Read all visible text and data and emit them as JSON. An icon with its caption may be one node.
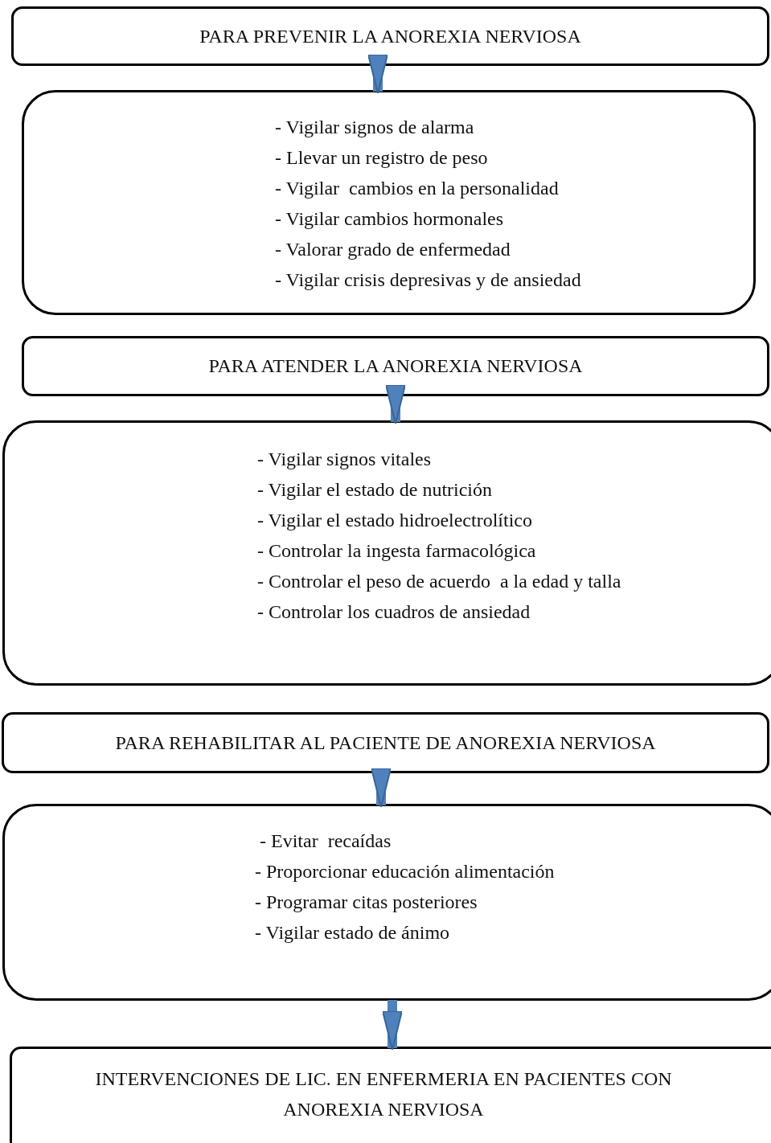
{
  "diagram": {
    "nodes": [
      {
        "text": [
          "PARA PREVENIR LA ANOREXIA NERVIOSA"
        ]
      },
      {
        "text": [
          "- Vigilar signos de alarma",
          "- Llevar un registro de peso",
          "- Vigilar  cambios en la personalidad",
          "- Vigilar cambios hormonales",
          "- Valorar grado de enfermedad",
          "- Vigilar crisis depresivas y de ansiedad"
        ]
      },
      {
        "text": [
          "PARA ATENDER LA ANOREXIA NERVIOSA"
        ]
      },
      {
        "text": [
          "- Vigilar signos vitales",
          "- Vigilar el estado de nutrición",
          "- Vigilar el estado hidroelectrolítico",
          "- Controlar la ingesta farmacológica",
          "- Controlar el peso de acuerdo  a la edad y talla",
          "- Controlar los cuadros de ansiedad"
        ]
      },
      {
        "text": [
          "PARA REHABILITAR AL PACIENTE DE ANOREXIA NERVIOSA"
        ]
      },
      {
        "text": [
          "- Evitar  recaídas",
          "- Proporcionar educación alimentación",
          "- Programar citas posteriores",
          "- Vigilar estado de ánimo"
        ]
      },
      {
        "text": [
          "INTERVENCIONES DE LIC. EN ENFERMERIA EN PACIENTES CON ANOREXIA NERVIOSA"
        ]
      }
    ],
    "edges": [
      {
        "from": 0,
        "to": 1,
        "arrow": "to"
      },
      {
        "from": 2,
        "to": 3,
        "arrow": "to"
      },
      {
        "from": 4,
        "to": 5,
        "arrow": "to"
      },
      {
        "from": 5,
        "to": 6,
        "arrow": "to"
      }
    ]
  }
}
